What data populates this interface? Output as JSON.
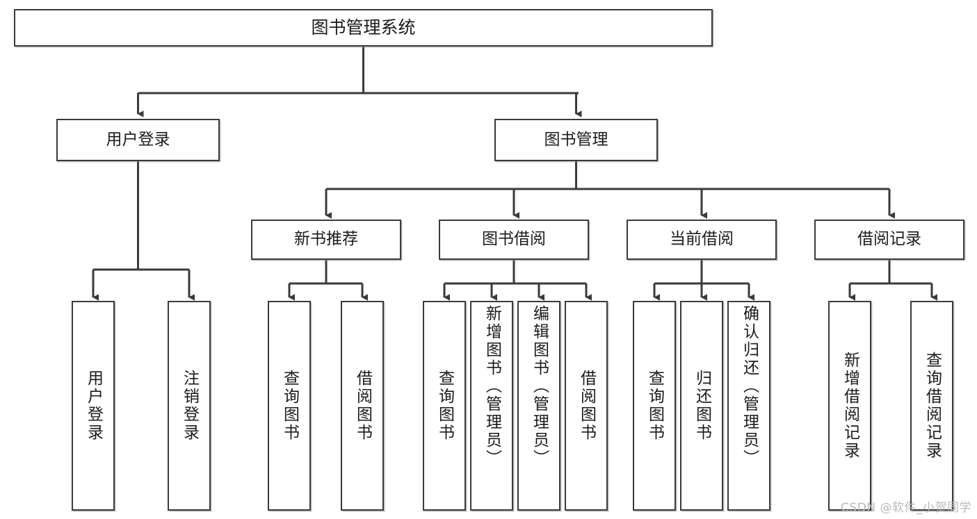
{
  "diagram": {
    "title": "图书管理系统",
    "type": "tree-hierarchy",
    "watermark": "CSDN @软件_小贺同学",
    "colors": {
      "stroke": "#3a3a3a",
      "fill": "#ffffff",
      "text": "#1b1b1b",
      "watermark": "#b9b9b9",
      "background": "#ffffff"
    },
    "root": {
      "id": "root",
      "label": "图书管理系统"
    },
    "level2": [
      {
        "id": "user-login",
        "label": "用户登录"
      },
      {
        "id": "book-manage",
        "label": "图书管理"
      }
    ],
    "level3": [
      {
        "id": "new-book-recommend",
        "label": "新书推荐"
      },
      {
        "id": "book-borrow",
        "label": "图书借阅"
      },
      {
        "id": "current-borrow",
        "label": "当前借阅"
      },
      {
        "id": "borrow-record",
        "label": "借阅记录"
      }
    ],
    "leaves": {
      "user_login": [
        {
          "id": "leaf-user-login",
          "label": "用户登录"
        },
        {
          "id": "leaf-logout-login",
          "label": "注销登录"
        }
      ],
      "new_book_recommend": [
        {
          "id": "leaf-query-book-1",
          "label": "查询图书"
        },
        {
          "id": "leaf-borrow-book-1",
          "label": "借阅图书"
        }
      ],
      "book_borrow": [
        {
          "id": "leaf-query-book-2",
          "label": "查询图书"
        },
        {
          "id": "leaf-add-book-admin",
          "label": "新增图书（管理员）"
        },
        {
          "id": "leaf-edit-book-admin",
          "label": "编辑图书（管理员）"
        },
        {
          "id": "leaf-borrow-book-2",
          "label": "借阅图书"
        }
      ],
      "current_borrow": [
        {
          "id": "leaf-query-book-3",
          "label": "查询图书"
        },
        {
          "id": "leaf-return-book",
          "label": "归还图书"
        },
        {
          "id": "leaf-confirm-return-admin",
          "label": "确认归还（管理员）"
        }
      ],
      "borrow_record": [
        {
          "id": "leaf-add-borrow-record",
          "label": "新增借阅记录"
        },
        {
          "id": "leaf-query-borrow-record",
          "label": "查询借阅记录"
        }
      ]
    }
  }
}
